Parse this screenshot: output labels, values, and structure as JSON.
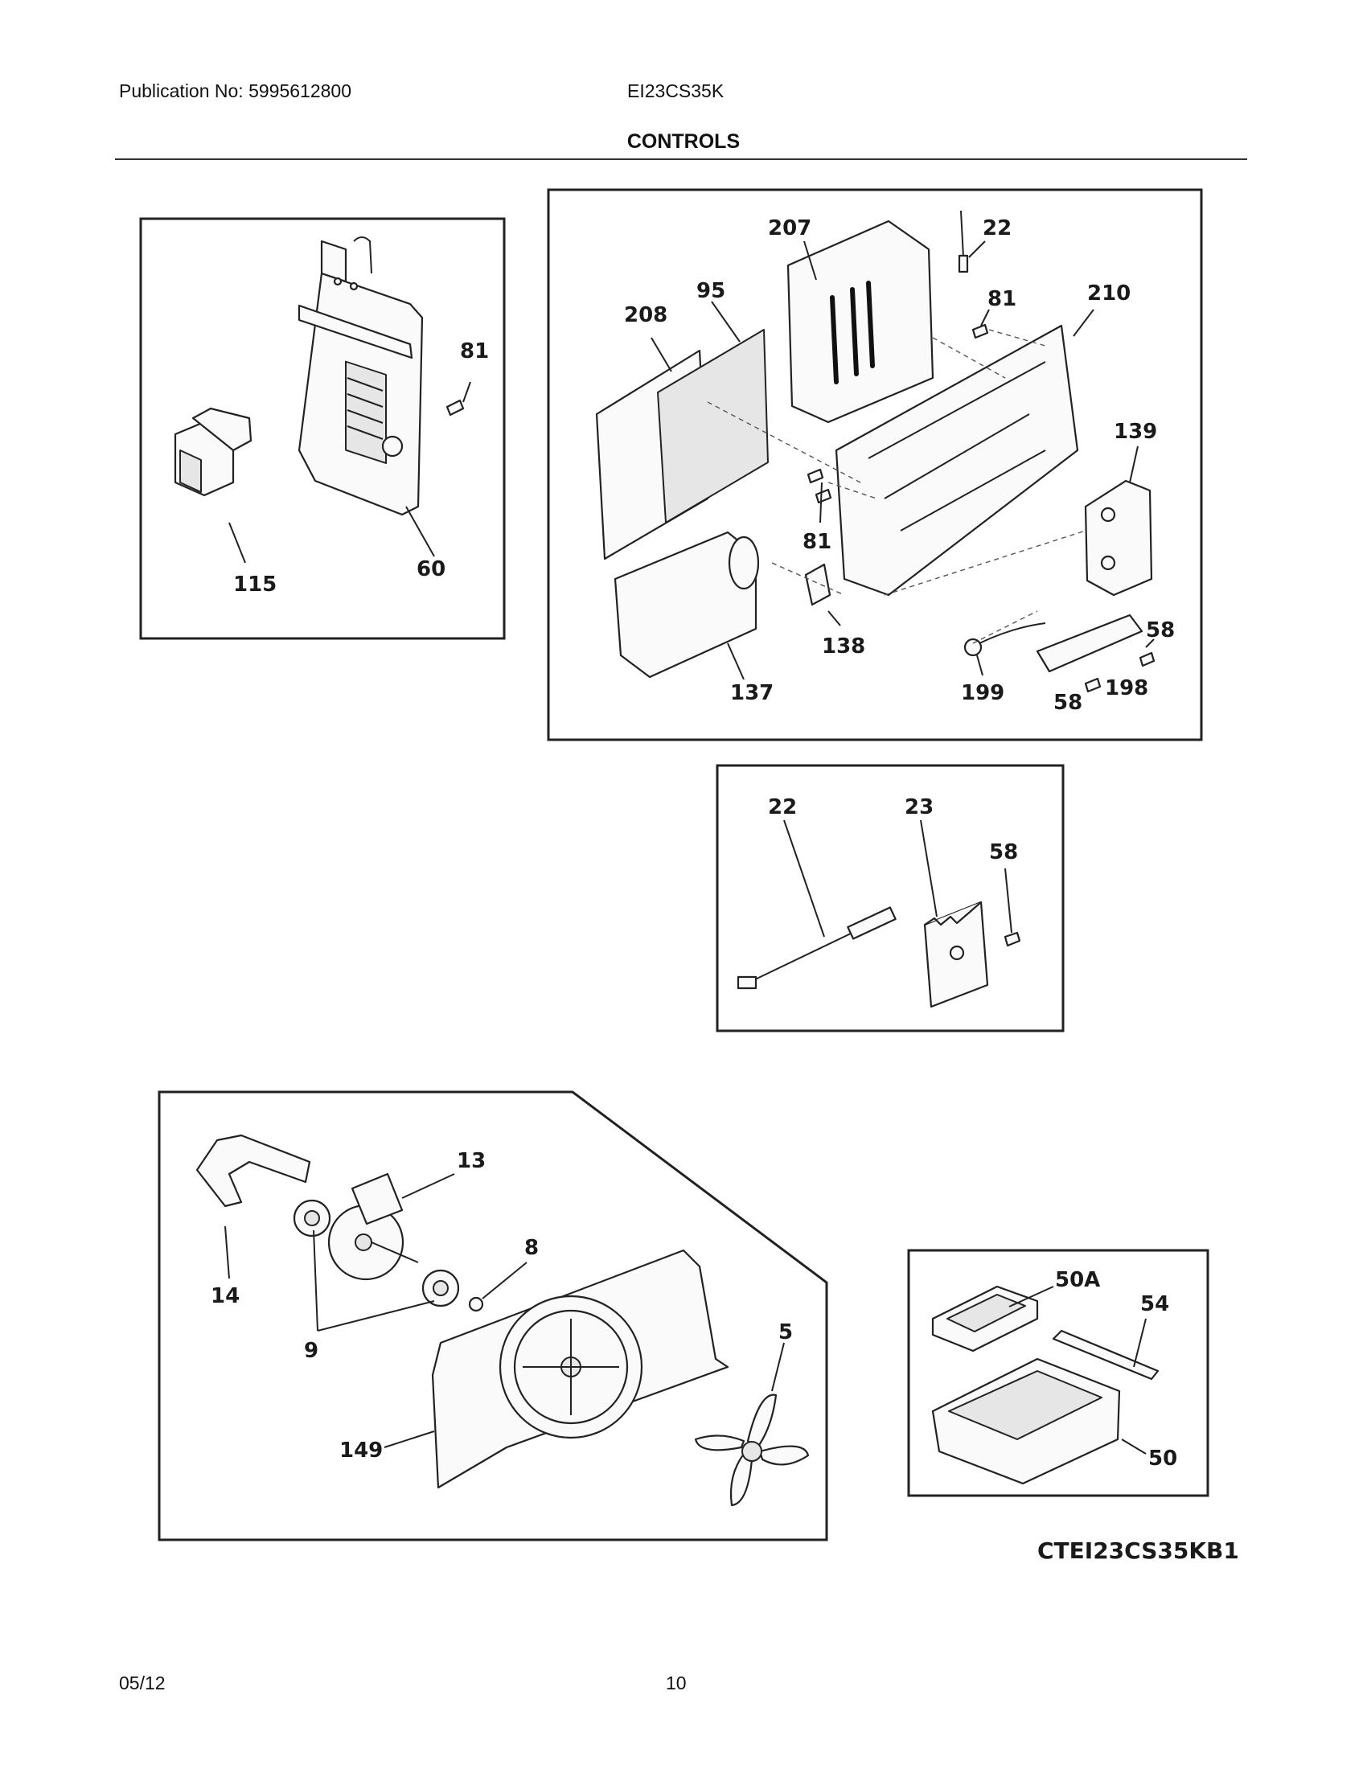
{
  "header": {
    "publication": "Publication No: 5995612800",
    "model": "EI23CS35K",
    "section_title": "CONTROLS"
  },
  "footer": {
    "date": "05/12",
    "page_number": "10"
  },
  "diagram_code": "CTEI23CS35KB1",
  "parts": {
    "p1": "81",
    "p2": "115",
    "p3": "60",
    "p4": "207",
    "p5": "22",
    "p6": "95",
    "p7": "208",
    "p8": "81",
    "p9": "210",
    "p10": "139",
    "p11": "81",
    "p12": "138",
    "p13": "137",
    "p14": "199",
    "p15": "58",
    "p16": "58",
    "p17": "198",
    "p18": "22",
    "p19": "23",
    "p20": "58",
    "p21": "13",
    "p22": "14",
    "p23": "8",
    "p24": "9",
    "p25": "5",
    "p26": "149",
    "p27": "50A",
    "p28": "54",
    "p29": "50"
  }
}
